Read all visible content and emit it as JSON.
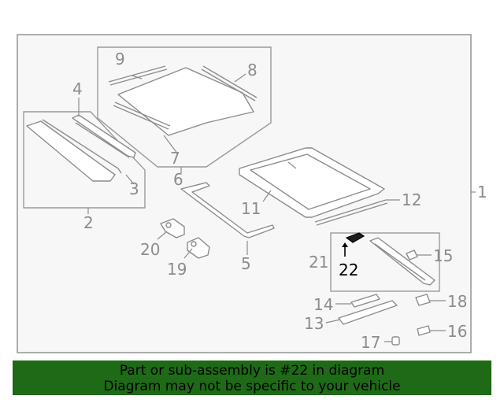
{
  "diagram": {
    "labels": {
      "p1": "1",
      "p2": "2",
      "p3": "3",
      "p4": "4",
      "p5": "5",
      "p6": "6",
      "p7": "7",
      "p8": "8",
      "p9": "9",
      "p11": "11",
      "p12": "12",
      "p13": "13",
      "p14": "14",
      "p15": "15",
      "p16": "16",
      "p17": "17",
      "p18": "18",
      "p19": "19",
      "p20": "20",
      "p21": "21",
      "p22": "22"
    },
    "highlighted_part": "22"
  },
  "banner": {
    "line1": "Part or sub-assembly is #22 in diagram",
    "line2": "Diagram may not be specific to your vehicle"
  },
  "colors": {
    "line": "#8c8c8c",
    "highlight": "#000000",
    "banner_bg": "#1e6a16"
  }
}
